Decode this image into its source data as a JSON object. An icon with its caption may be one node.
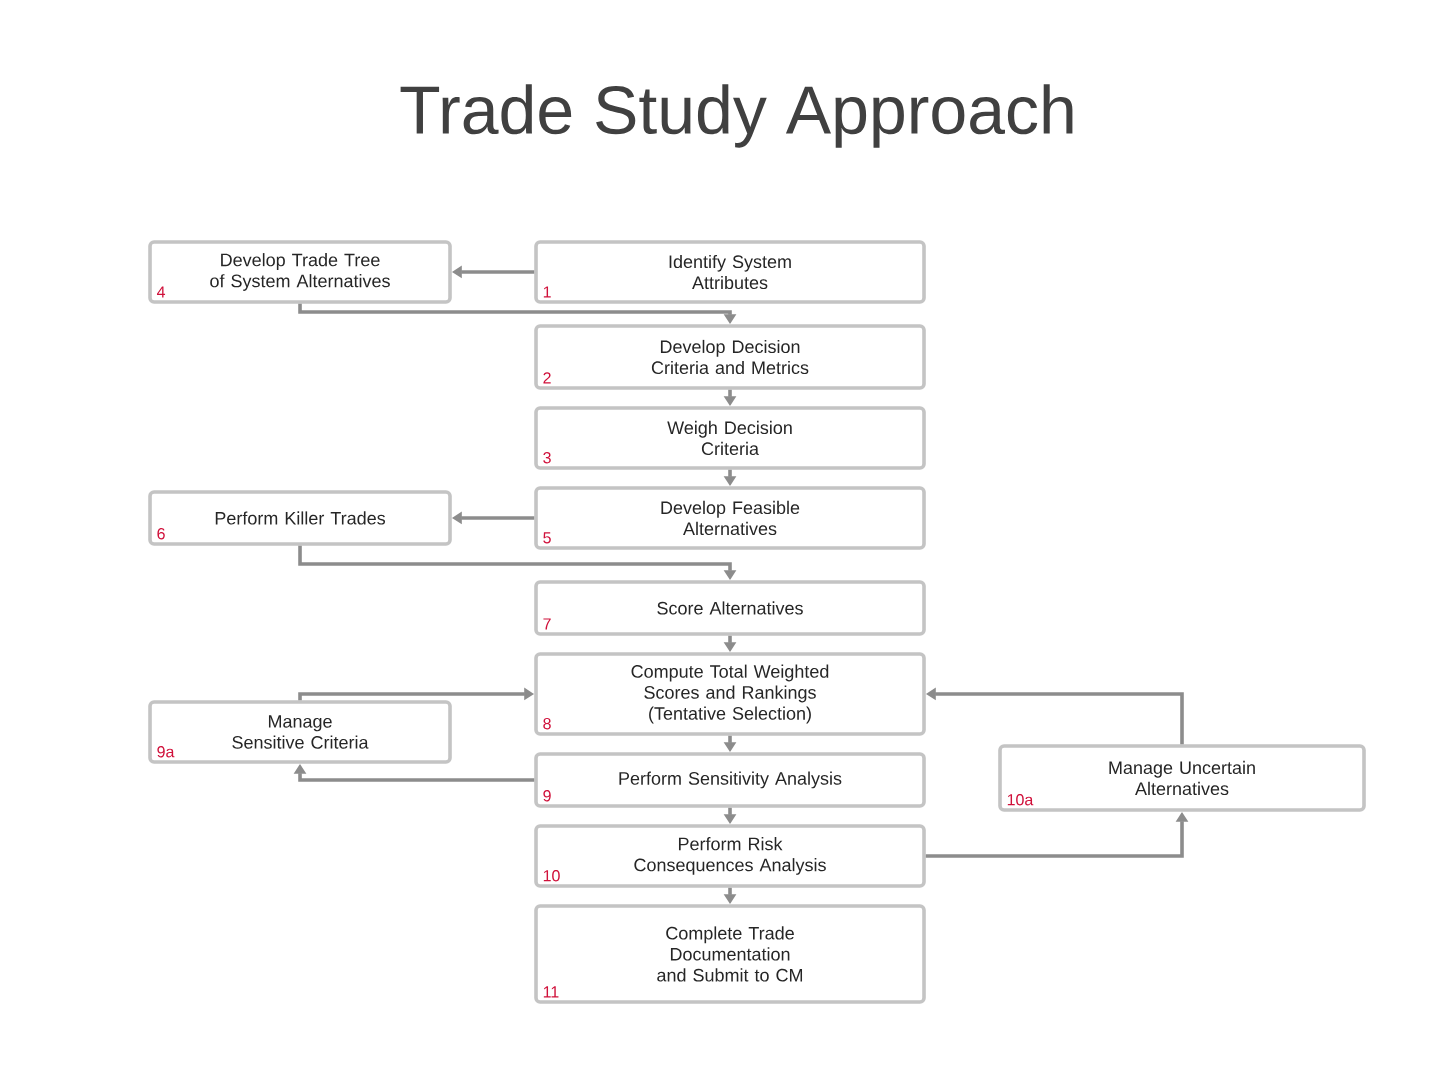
{
  "diagram": {
    "title": "Trade Study Approach",
    "nodes": [
      {
        "text": [
          "Develop Trade Tree of System Alternatives",
          "4"
        ]
      },
      {
        "text": [
          "Identify System Attributes",
          "1"
        ]
      },
      {
        "text": [
          "Develop Decision Criteria and Metrics",
          "2"
        ]
      },
      {
        "text": [
          "Weigh Decision Criteria",
          "3"
        ]
      },
      {
        "text": [
          "Perform Killer Trades",
          "6"
        ]
      },
      {
        "text": [
          "Develop Feasible Alternatives",
          "5"
        ]
      },
      {
        "text": [
          "Score Alternatives",
          "7"
        ]
      },
      {
        "text": [
          "Compute Total Weighted Scores and Rankings (Tentative Selection)",
          "8"
        ]
      },
      {
        "text": [
          "Manage Sensitive Criteria",
          "9a"
        ]
      },
      {
        "text": [
          "Perform Sensitivity Analysis",
          "9"
        ]
      },
      {
        "text": [
          "Manage Uncertain Alternatives",
          "10a"
        ]
      },
      {
        "text": [
          "Perform Risk Consequences Analysis",
          "10"
        ]
      },
      {
        "text": [
          "Complete Trade Documentation and Submit to CM",
          "11"
        ]
      }
    ],
    "edges": [
      {
        "from": 1,
        "to": 0,
        "arrow": "to"
      },
      {
        "from": 0,
        "to": 2,
        "arrow": "to"
      },
      {
        "from": 2,
        "to": 3,
        "arrow": "to"
      },
      {
        "from": 3,
        "to": 5,
        "arrow": "to"
      },
      {
        "from": 5,
        "to": 4,
        "arrow": "to"
      },
      {
        "from": 4,
        "to": 6,
        "arrow": "to"
      },
      {
        "from": 6,
        "to": 7,
        "arrow": "to"
      },
      {
        "from": 7,
        "to": 9,
        "arrow": "to"
      },
      {
        "from": 9,
        "to": 8,
        "arrow": "to"
      },
      {
        "from": 8,
        "to": 7,
        "arrow": "to"
      },
      {
        "from": 9,
        "to": 11,
        "arrow": "to"
      },
      {
        "from": 11,
        "to": 10,
        "arrow": "to"
      },
      {
        "from": 10,
        "to": 7,
        "arrow": "to"
      },
      {
        "from": 11,
        "to": 12,
        "arrow": "to"
      }
    ]
  }
}
